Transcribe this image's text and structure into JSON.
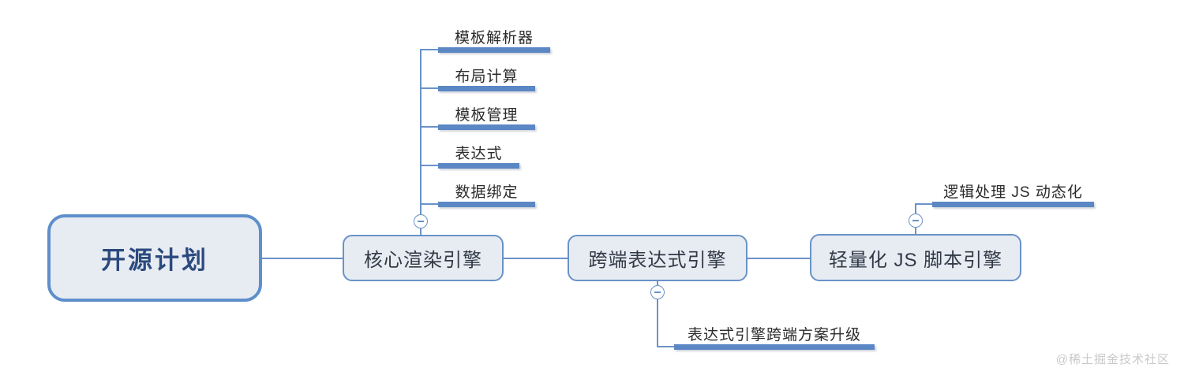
{
  "diagram": {
    "title": "开源计划",
    "root": {
      "label": "开源计划"
    },
    "branches": [
      {
        "id": "core-render-engine",
        "label": "核心渲染引擎"
      },
      {
        "id": "cross-platform-expression-engine",
        "label": "跨端表达式引擎"
      },
      {
        "id": "lightweight-js-script-engine",
        "label": "轻量化 JS 脚本引擎"
      }
    ],
    "core_render_children": [
      {
        "id": "template-parser",
        "label": "模板解析器"
      },
      {
        "id": "layout-calculation",
        "label": "布局计算"
      },
      {
        "id": "template-management",
        "label": "模板管理"
      },
      {
        "id": "expression",
        "label": "表达式"
      },
      {
        "id": "data-binding",
        "label": "数据绑定"
      }
    ],
    "cross_platform_children": [
      {
        "id": "expression-engine-cross-platform-upgrade",
        "label": "表达式引擎跨端方案升级"
      }
    ],
    "js_engine_children": [
      {
        "id": "logic-processing-js-dynamic",
        "label": "逻辑处理 JS 动态化"
      }
    ],
    "toggles": [
      {
        "id": "toggle-core-render-engine",
        "state": "expanded",
        "glyph": "minus"
      },
      {
        "id": "toggle-cross-platform-expression-engine",
        "state": "expanded",
        "glyph": "minus"
      },
      {
        "id": "toggle-lightweight-js-script-engine",
        "state": "expanded",
        "glyph": "minus"
      }
    ],
    "colors": {
      "line": "#6A92C8",
      "node_border": "#6A92C8",
      "root_border": "#5E8FCB",
      "node_fill": "#E7EBF2",
      "root_text": "#2B4A7E",
      "branch_text": "#303A46",
      "leaf_text": "#2B2B2B",
      "leaf_bar": "#5B87C4",
      "watermark": "#C9C9C9",
      "background": "#FFFFFF"
    },
    "watermark": "@稀土掘金技术社区"
  }
}
